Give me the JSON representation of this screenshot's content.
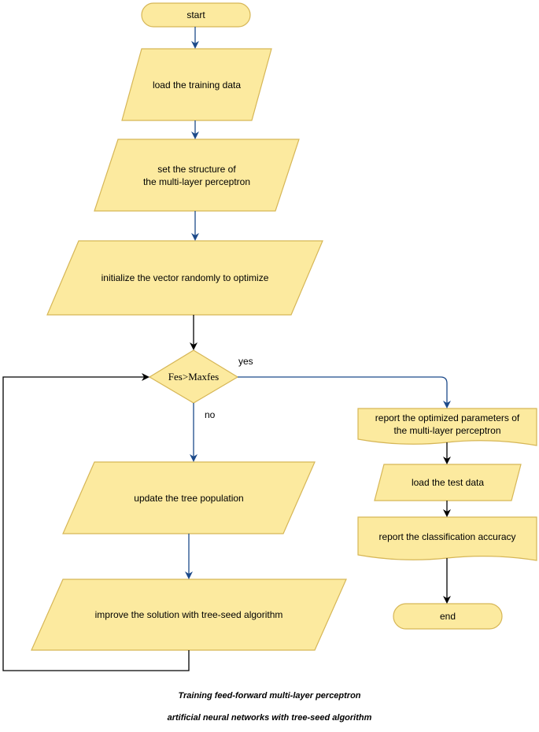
{
  "colors": {
    "node_fill": "#fcea9f",
    "node_stroke": "#d6b656",
    "arrow_blue": "#1c4a8a",
    "arrow_black": "#000000"
  },
  "nodes": {
    "start": "start",
    "load_training": "load the training data",
    "set_structure": "set the structure of\nthe multi-layer perceptron",
    "init_vector": "initialize the vector randomly to optimize",
    "decision": "Fes>Maxfes",
    "update_population": "update the tree population",
    "improve_solution": "improve the solution with tree-seed algorithm",
    "report_params": "report the optimized parameters of\nthe multi-layer perceptron",
    "load_test": "load the test data",
    "report_accuracy": "report the classification accuracy",
    "end": "end"
  },
  "edge_labels": {
    "yes": "yes",
    "no": "no"
  },
  "caption": {
    "line1": "Training feed-forward multi-layer perceptron",
    "line2": "artificial neural networks with tree-seed algorithm"
  }
}
